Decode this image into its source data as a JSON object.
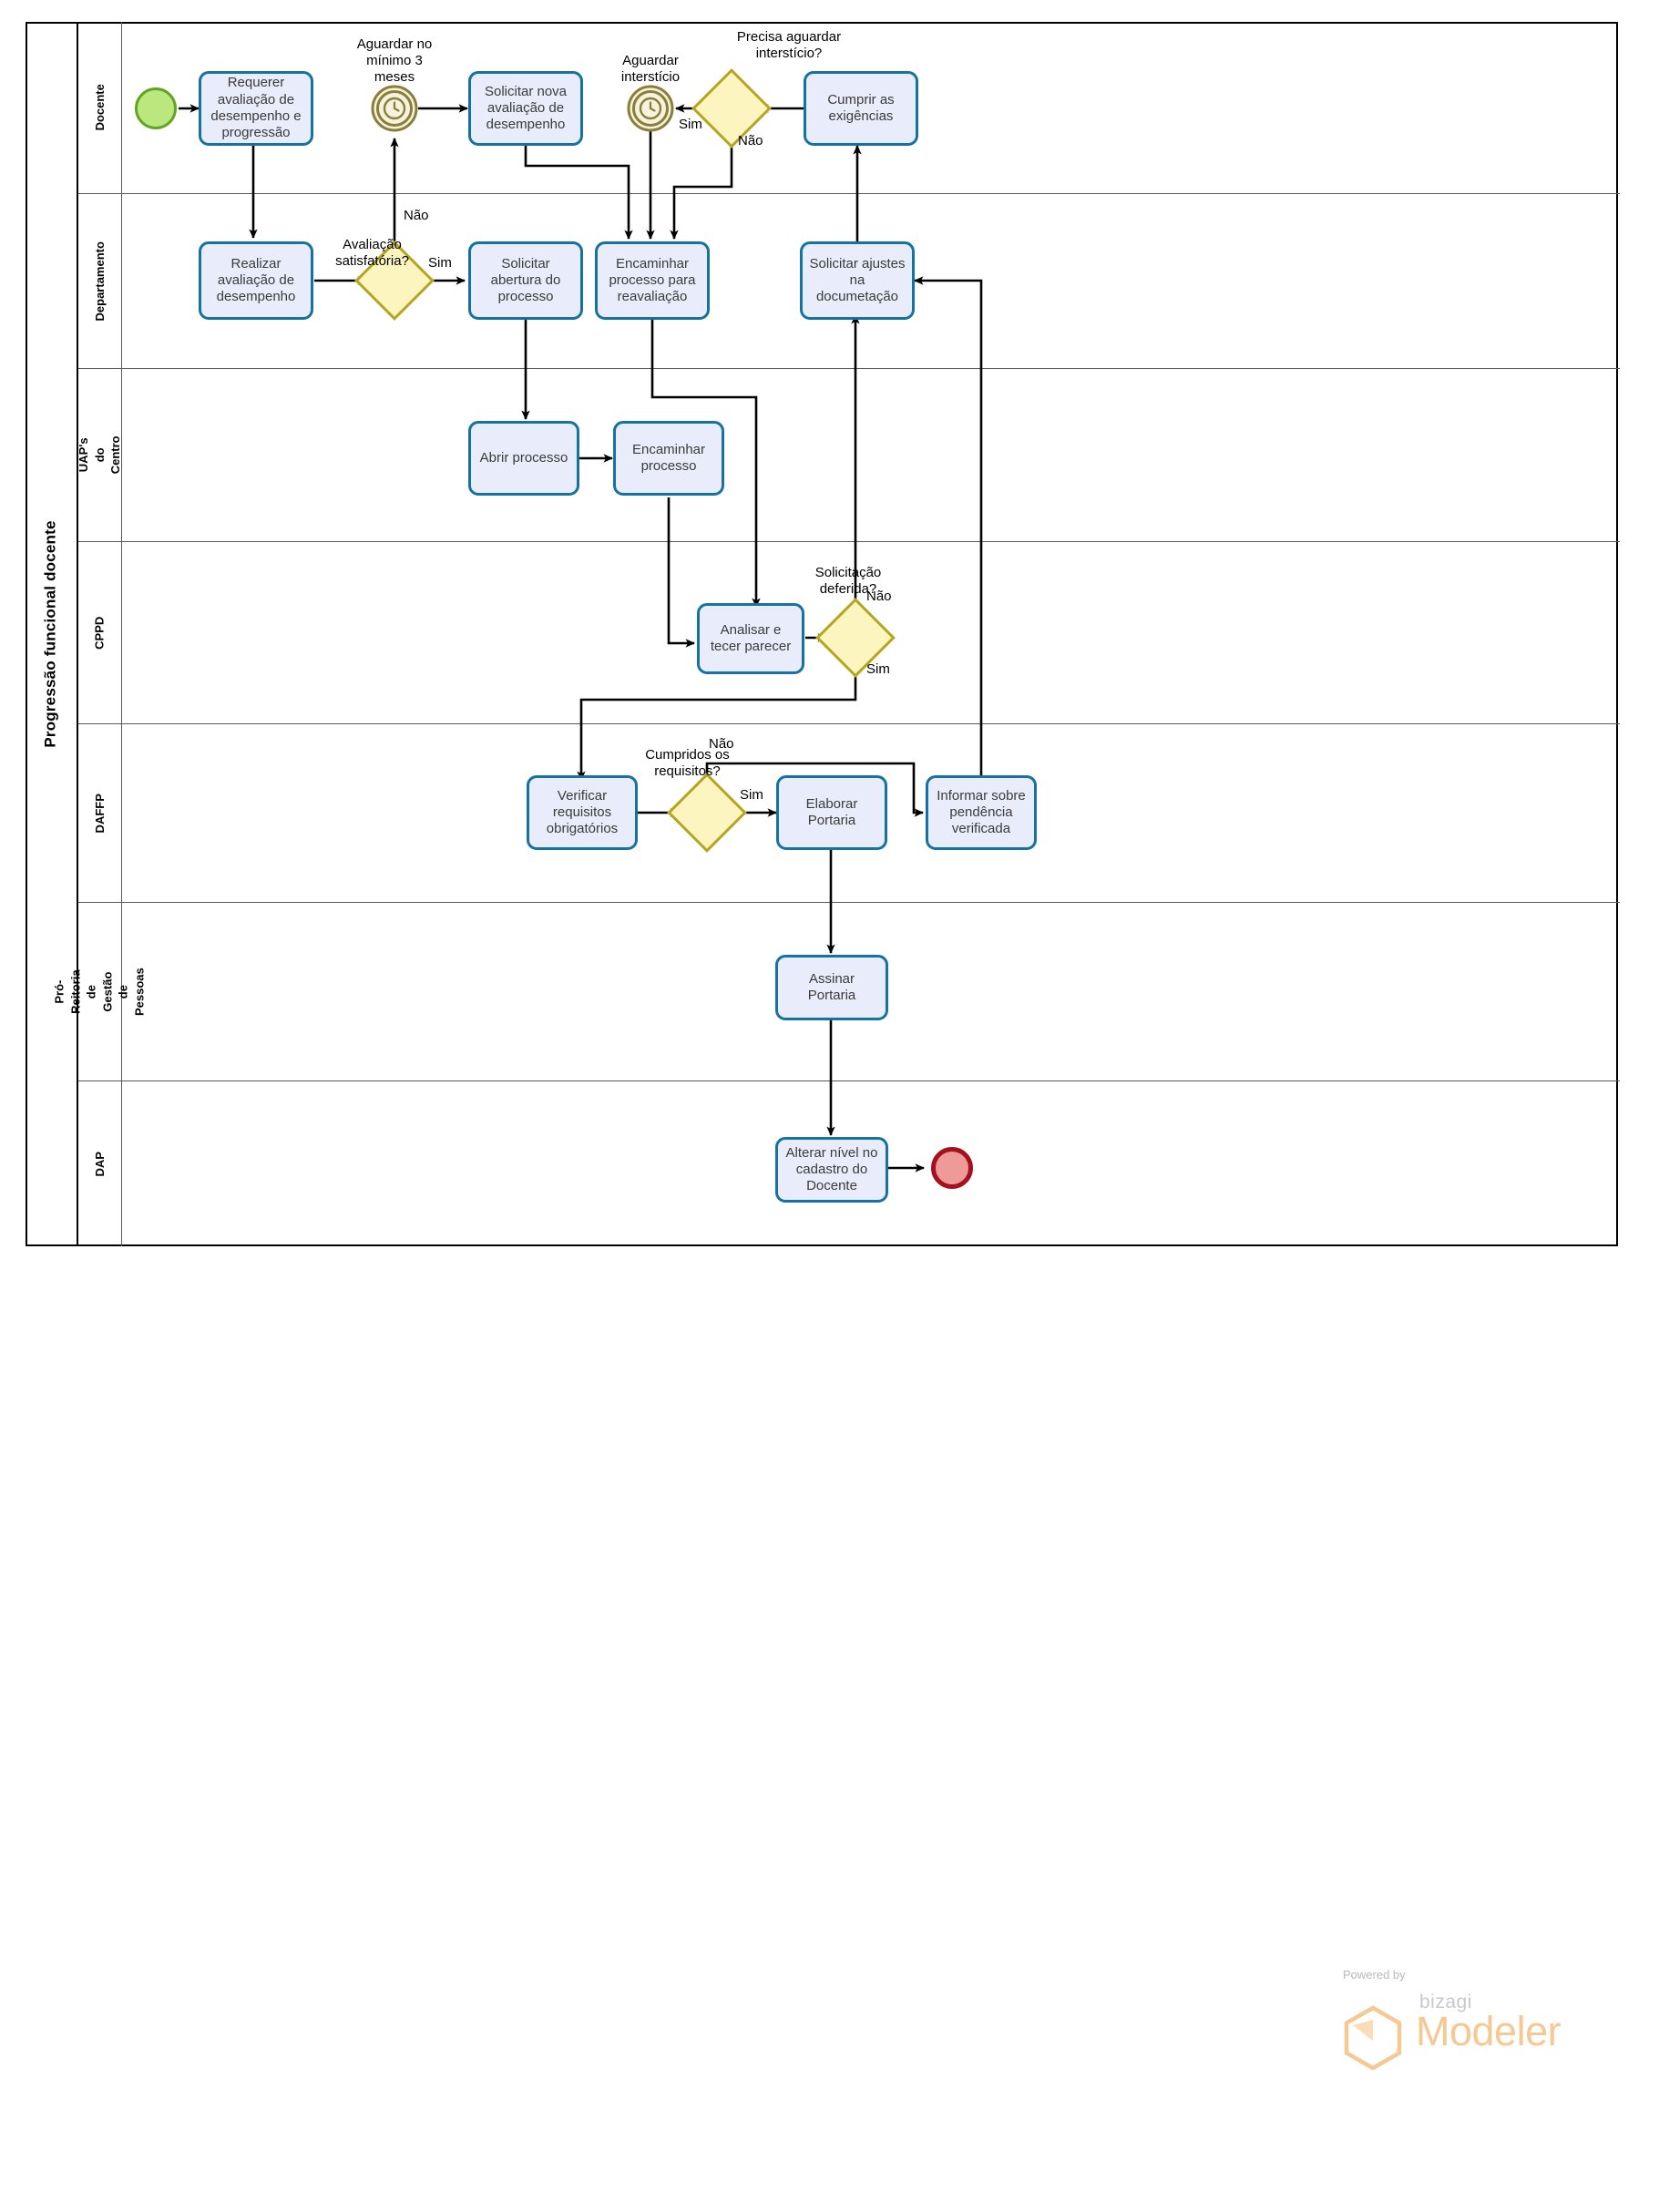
{
  "pool": {
    "title": "Progressão funcional docente"
  },
  "lanes": [
    {
      "id": "docente",
      "label": "Docente"
    },
    {
      "id": "departamento",
      "label": "Departamento"
    },
    {
      "id": "uaps",
      "label": "UAP's do Centro"
    },
    {
      "id": "cppd",
      "label": "CPPD"
    },
    {
      "id": "daffp",
      "label": "DAFFP"
    },
    {
      "id": "progep",
      "label": "Pró-Reitoria de Gestão de\nPessoas"
    },
    {
      "id": "dap",
      "label": "DAP"
    }
  ],
  "tasks": [
    {
      "id": "requerer",
      "label": "Requerer avaliação de desempenho e progressão"
    },
    {
      "id": "solicitar-nova",
      "label": "Solicitar nova avaliação de desempenho"
    },
    {
      "id": "cumprir",
      "label": "Cumprir as exigências"
    },
    {
      "id": "realizar",
      "label": "Realizar avaliação de desempenho"
    },
    {
      "id": "solicitar-abertura",
      "label": "Solicitar abertura do processo"
    },
    {
      "id": "encaminhar-reav",
      "label": "Encaminhar processo para reavaliação"
    },
    {
      "id": "solicitar-ajustes",
      "label": "Solicitar ajustes na documetação"
    },
    {
      "id": "abrir-processo",
      "label": "Abrir processo"
    },
    {
      "id": "encaminhar-processo",
      "label": "Encaminhar processo"
    },
    {
      "id": "analisar",
      "label": "Analisar e tecer parecer"
    },
    {
      "id": "verificar",
      "label": "Verificar requisitos obrigatórios"
    },
    {
      "id": "elaborar",
      "label": "Elaborar Portaria"
    },
    {
      "id": "informar",
      "label": "Informar sobre pendência verificada"
    },
    {
      "id": "assinar",
      "label": "Assinar Portaria"
    },
    {
      "id": "alterar",
      "label": "Alterar nível no cadastro do Docente"
    }
  ],
  "gateway_labels": [
    {
      "id": "precisa-aguardar",
      "label": "Precisa aguardar\ninterstício?"
    },
    {
      "id": "avaliacao-satisfatoria",
      "label": "Avaliação\nsatisfatória?"
    },
    {
      "id": "solicitacao-deferida",
      "label": "Solicitação\ndeferida?"
    },
    {
      "id": "cumpridos-requisitos",
      "label": "Cumpridos os\nrequisitos?"
    }
  ],
  "event_labels": [
    {
      "id": "aguardar-3-meses",
      "label": "Aguardar no\nmínimo 3\nmeses"
    },
    {
      "id": "aguardar-intersticio",
      "label": "Aguardar\ninterstício"
    }
  ],
  "flow_labels": {
    "sim_precisa": "Sim",
    "nao_precisa": "Não",
    "nao_avaliacao": "Não",
    "sim_avaliacao": "Sim",
    "nao_deferida": "Não",
    "sim_deferida": "Sim",
    "nao_requisitos": "Não",
    "sim_requisitos": "Sim"
  },
  "brand": {
    "powered": "Powered by",
    "bizagi": "bizagi",
    "modeler": "Modeler"
  },
  "colors": {
    "task_fill": "#e8ecfb",
    "task_border": "#1572a1",
    "gateway_fill": "#fcf5c0",
    "gateway_border": "#b5a521",
    "start_fill": "#bbe77f",
    "start_border": "#64a324",
    "end_fill": "#ef9a9a",
    "end_border": "#a5111f",
    "timer_border": "#8a7f3a",
    "timer_fill": "#f7f2dd",
    "brand_orange": "#f6c893"
  }
}
